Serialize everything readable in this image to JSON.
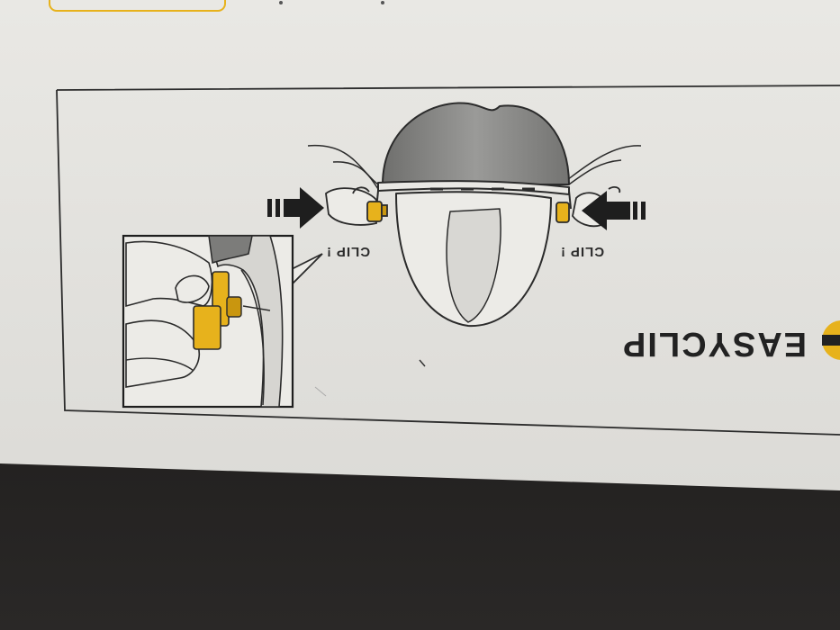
{
  "labels": {
    "clip_left": "CLIP !",
    "clip_right": "CLIP !",
    "brand": "EASYCLIP"
  },
  "colors": {
    "paper": "#e6e5e1",
    "ink": "#2a2a2a",
    "accent_yellow": "#e7b21c",
    "helmet_gray": "#8d8d8b",
    "background_dark": "#1a1918"
  },
  "icons": [
    "arrow-right-icon",
    "arrow-left-icon",
    "helmet-illustration",
    "hand-clip-inset"
  ]
}
